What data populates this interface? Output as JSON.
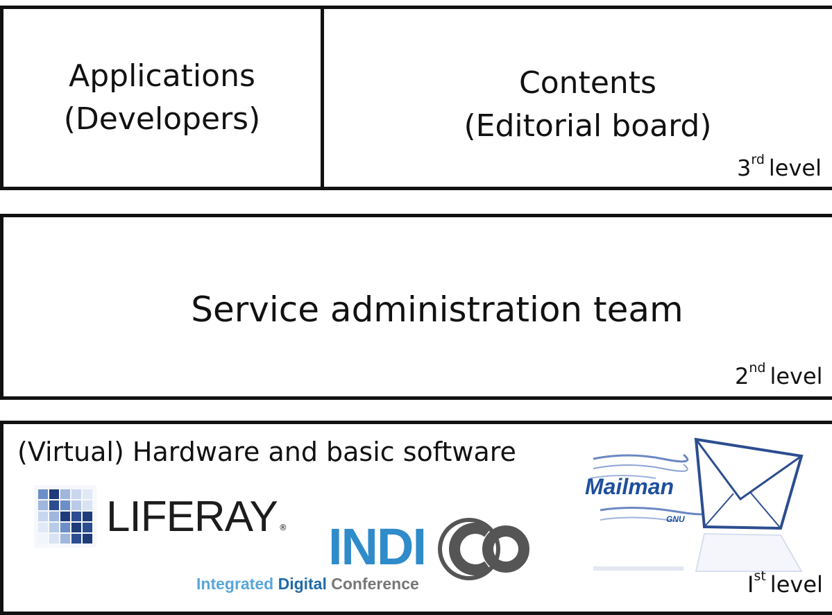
{
  "level3": {
    "applications": {
      "line1": "Applications",
      "line2": "(Developers)"
    },
    "contents": {
      "line1": "Contents",
      "line2": "(Editorial board)"
    },
    "level_num": "3",
    "level_sup": "rd",
    "level_word": "level"
  },
  "level2": {
    "title": "Service administration team",
    "level_num": "2",
    "level_sup": "nd",
    "level_word": "level"
  },
  "level1": {
    "title": "(Virtual) Hardware and basic software",
    "level_num": "I",
    "level_sup": "st",
    "level_word": "level",
    "logos": {
      "liferay": {
        "word": "LIFERAY",
        "mark": "®"
      },
      "indico": {
        "word": "INDI",
        "sub_a": "Integrated",
        "sub_b": "Digital",
        "sub_c": "Conference"
      },
      "mailman": {
        "word": "Mailman",
        "gnu": "GNU"
      }
    }
  },
  "colors": {
    "border": "#111111",
    "indico_blue": "#2f8bc9",
    "mailman_blue": "#1e4f9e"
  }
}
